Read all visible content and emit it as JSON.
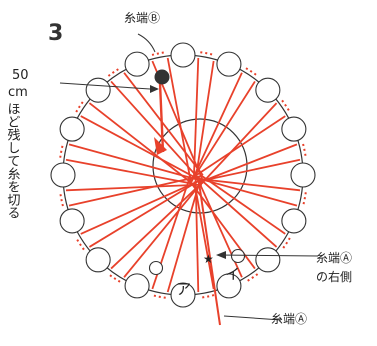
{
  "step_number": "3",
  "labels": {
    "thread_end_b": "糸端Ⓑ",
    "leave_50": "50",
    "leave_cm": "cm",
    "leave_text": "ほど残して糸を切る",
    "thread_end_a_right_line1": "糸端Ⓐ",
    "thread_end_a_right_line2": "の右側",
    "thread_end_a": "糸端Ⓐ",
    "kana_a": "ア",
    "kana_i": "イ"
  },
  "colors": {
    "thread": "#e8412b",
    "outline": "#333333",
    "marker": "#333333"
  }
}
